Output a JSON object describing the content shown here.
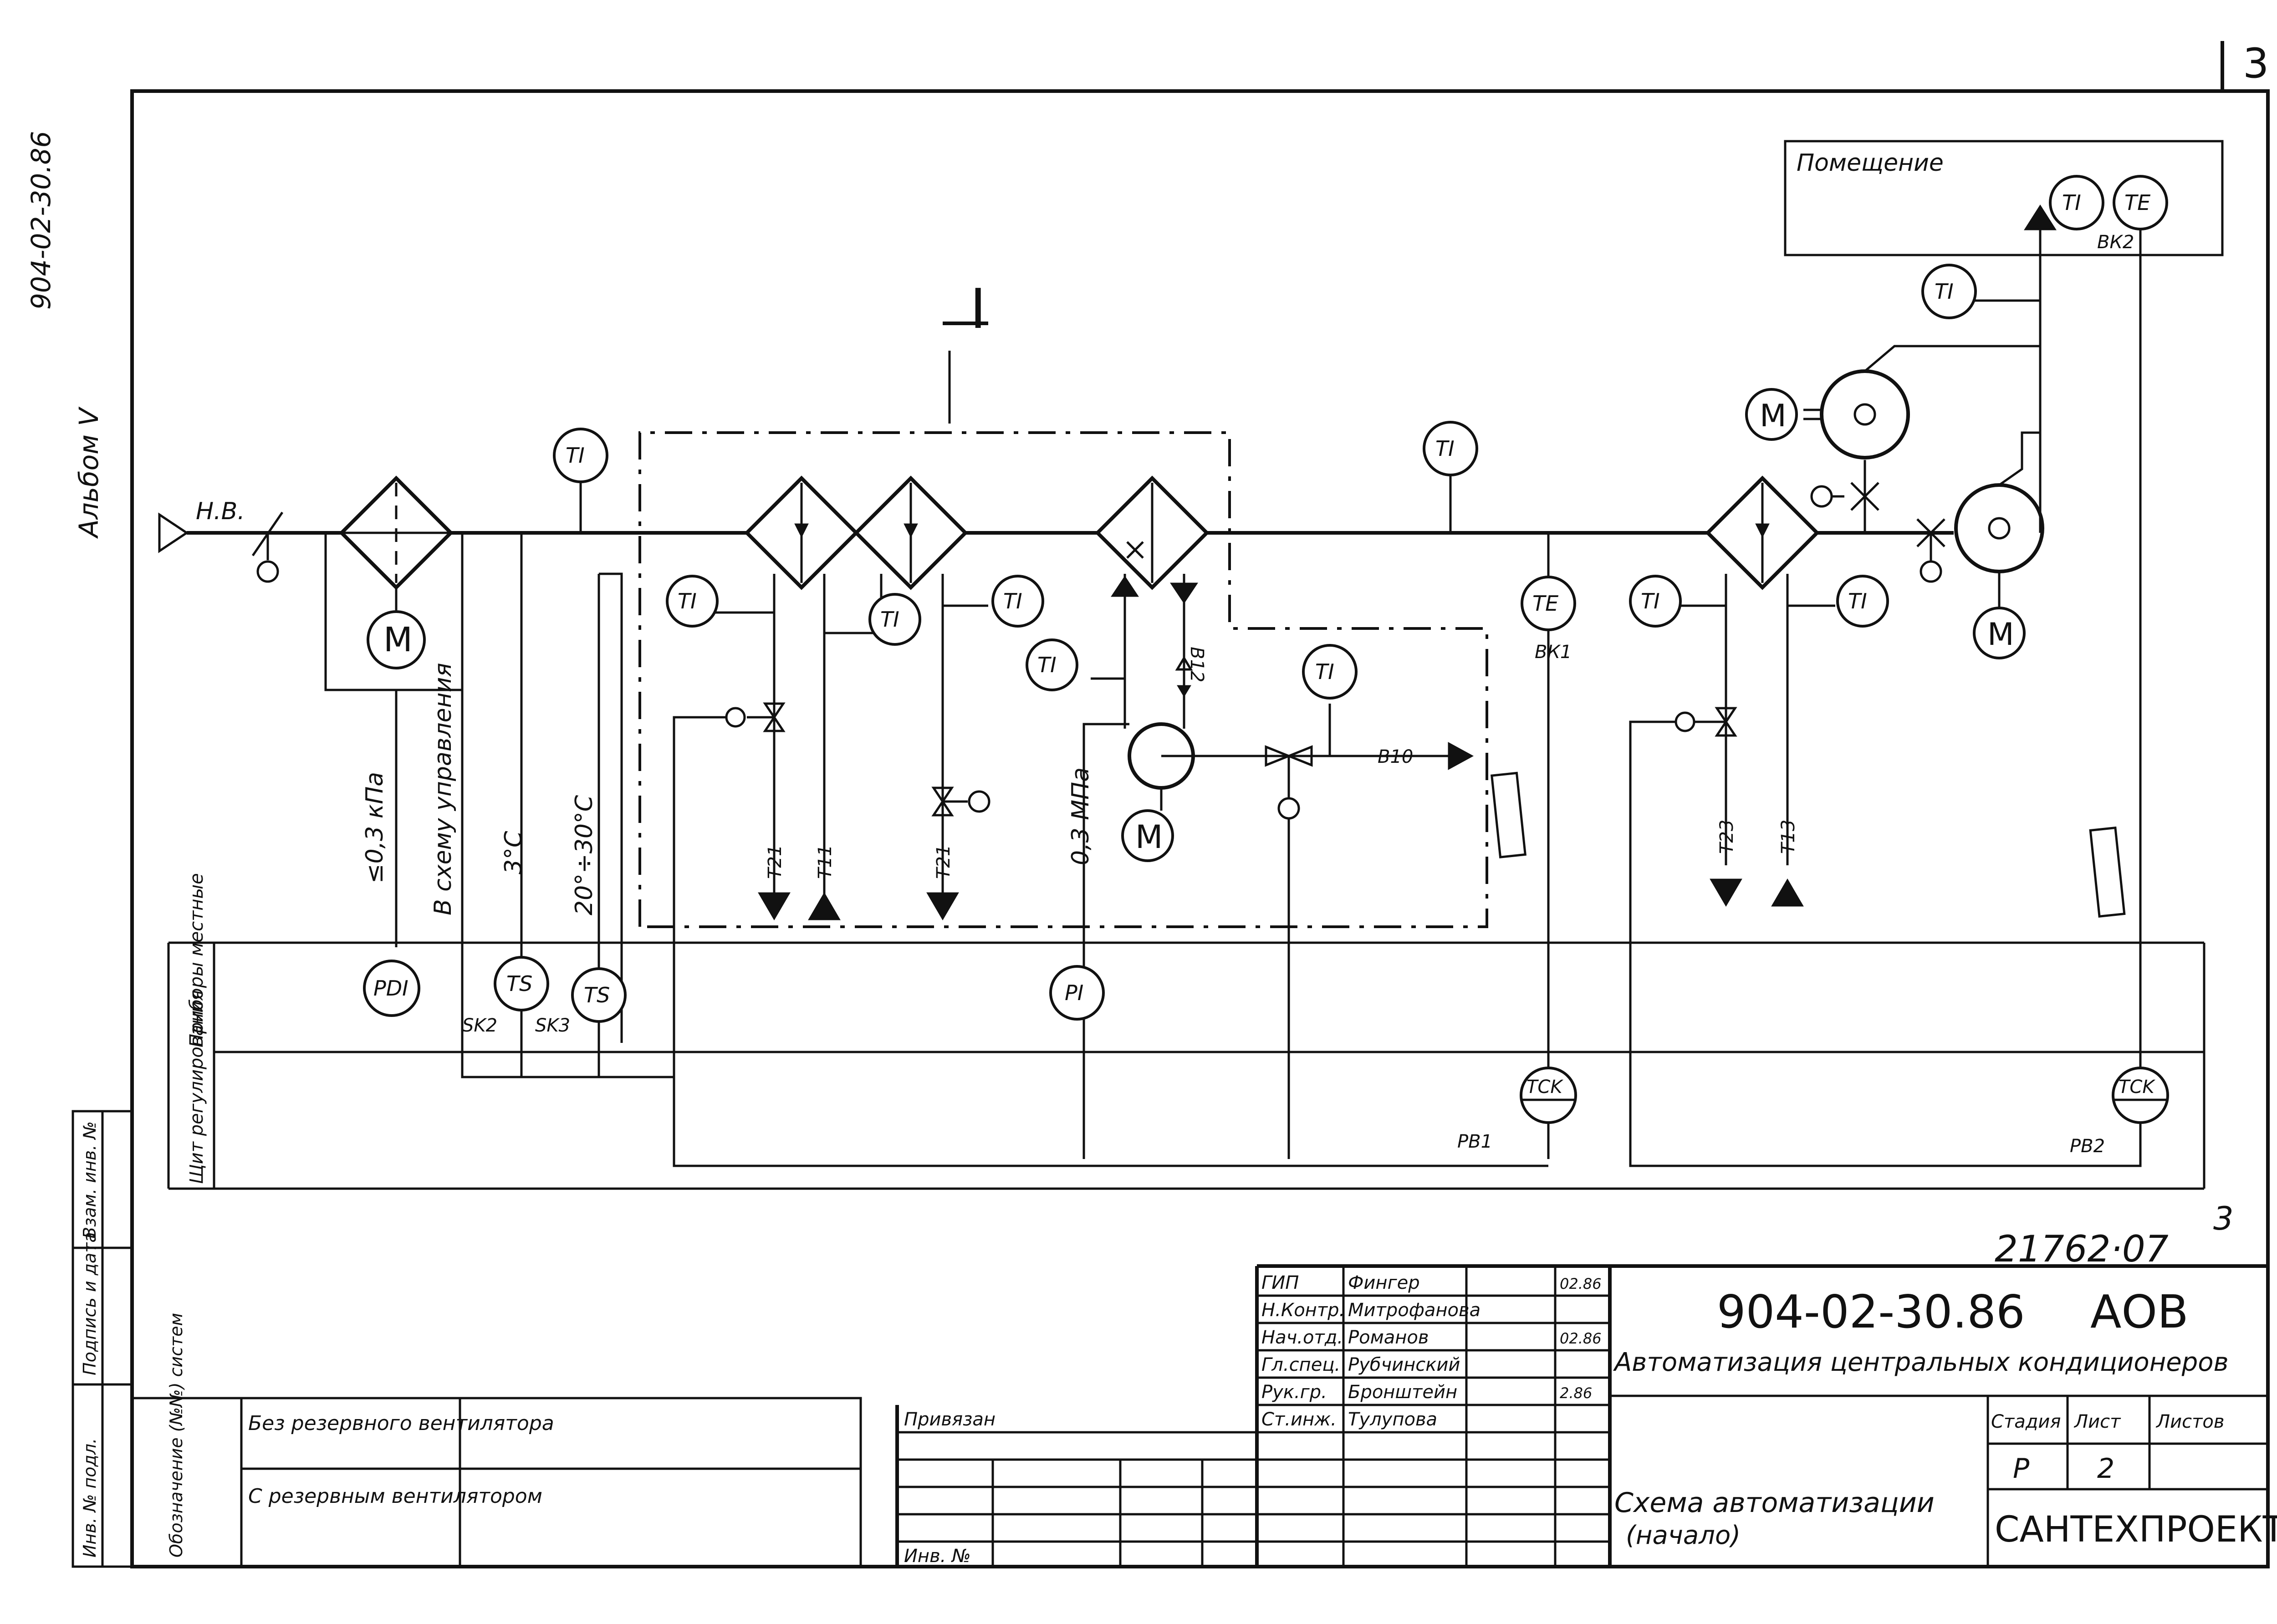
{
  "sheet": {
    "page_number": "3",
    "corner_mark": "3",
    "side_code": "904-02-30.86",
    "side_album": "Альбом V",
    "archive_number": "21762·07"
  },
  "diagram": {
    "room_label": "Помещение",
    "outside_air_label": "Н.В.",
    "zone_label": "I",
    "pressure_limit": "≤0,3 кПа",
    "to_control_scheme": "В схему управления",
    "hysteresis": "3°C",
    "temp_range": "20°÷30°C",
    "pressure_03": "0,3 МПа",
    "motor_label": "М",
    "instruments": {
      "TI": "TI",
      "TE": "TE",
      "PDI": "PDI",
      "TS": "TS",
      "PI": "PI",
      "TCK": "TCK"
    },
    "contacts": {
      "sk2": "SK2",
      "sk3": "SK3",
      "vk1": "ВК1",
      "vk2": "ВК2",
      "pv1": "РВ1",
      "pv2": "РВ2"
    },
    "lines": {
      "t21a": "Т21",
      "t11": "Т11",
      "t21b": "Т21",
      "b12": "В12",
      "b10": "В10",
      "t23": "Т23",
      "t13": "Т13"
    },
    "row_local": "Приборы местные",
    "row_panel": "Щит регулирования"
  },
  "title_block": {
    "doc_code": "904-02-30.86",
    "sheet_code": "АОВ",
    "project_title": "Автоматизация центральных кондиционеров",
    "stage_header": "Стадия",
    "sheet_header": "Лист",
    "sheets_header": "Листов",
    "stage_value": "Р",
    "sheet_value": "2",
    "scheme_title": "Схема автоматизации",
    "scheme_subtitle": "(начало)",
    "organization": "САНТЕХПРОЕКТ",
    "bound_label": "Привязан",
    "inv_label": "Инв. №",
    "signatories": [
      {
        "role": "ГИП",
        "name": "Фингер",
        "date": "02.86"
      },
      {
        "role": "Н.Контр.",
        "name": "Митрофанова",
        "date": ""
      },
      {
        "role": "Нач.отд.",
        "name": "Романов",
        "date": "02.86"
      },
      {
        "role": "Гл.спец.",
        "name": "Рубчинский",
        "date": ""
      },
      {
        "role": "Рук.гр.",
        "name": "Бронштейн",
        "date": "2.86"
      },
      {
        "role": "Ст.инж.",
        "name": "Тулупова",
        "date": ""
      }
    ],
    "legend_header": "Обозначение (№№) систем",
    "legend_row1": "Без резервного вентилятора",
    "legend_row2": "С резервным вентилятором",
    "side_cells": [
      "Инв. № подл.",
      "Подпись и дата",
      "Взам. инв. №"
    ]
  }
}
